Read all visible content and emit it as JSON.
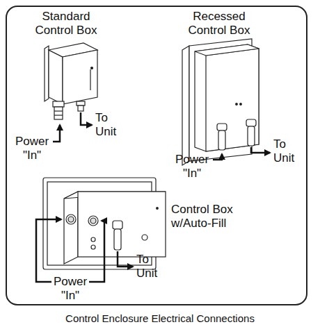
{
  "diagram": {
    "caption": "Control Enclosure Electrical Connections",
    "labels": [
      "Standard Control Box",
      "Power \"In\"",
      "To Unit",
      "Recessed Control Box",
      "Power \"In\"",
      "To Unit",
      "Control Box w/Auto-Fill",
      "Power \"In\"",
      "To Unit"
    ]
  }
}
